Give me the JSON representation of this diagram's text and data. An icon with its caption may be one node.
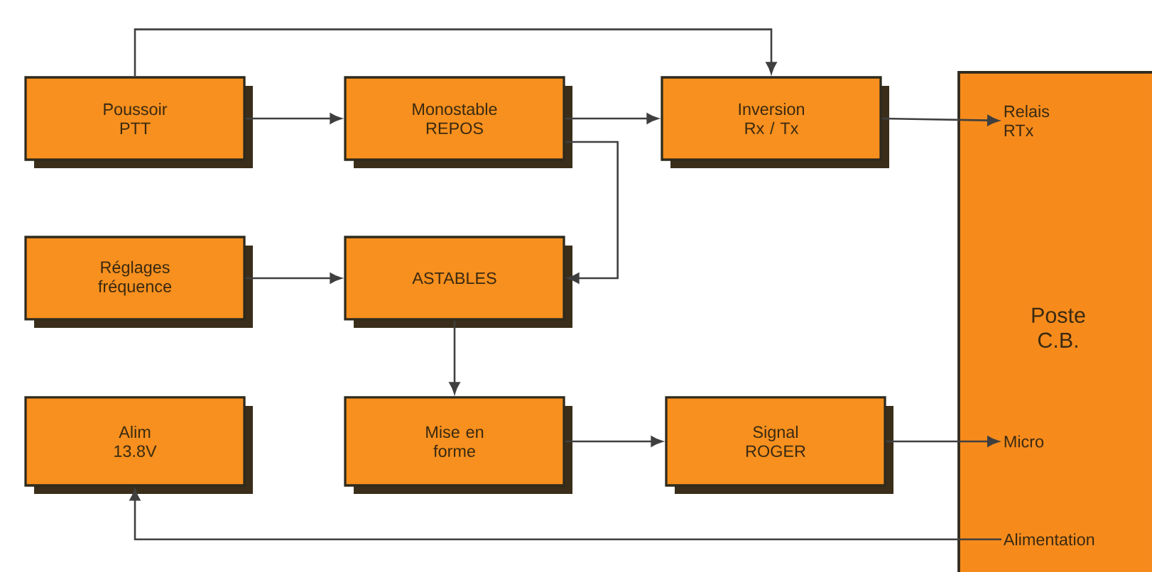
{
  "diagram": {
    "nodes": [
      {
        "text": [
          "Poussoir PTT"
        ]
      },
      {
        "text": [
          "Monostable REPOS"
        ]
      },
      {
        "text": [
          "Inversion Rx / Tx"
        ]
      },
      {
        "text": [
          "Poste C.B."
        ]
      },
      {
        "text": [
          "Relais RTx"
        ],
        "in": 3
      },
      {
        "text": [
          "Réglages fréquence"
        ]
      },
      {
        "text": [
          "ASTABLES"
        ]
      },
      {
        "text": [
          "Alim 13.8V"
        ]
      },
      {
        "text": [
          "Mise en forme"
        ]
      },
      {
        "text": [
          "Signal ROGER"
        ]
      },
      {
        "text": [
          "Micro"
        ],
        "in": 3
      },
      {
        "text": [
          "Alimentation"
        ],
        "in": 3
      }
    ],
    "edges": [
      {
        "from": 0,
        "to": 2,
        "arrow": "to"
      },
      {
        "from": 0,
        "to": 1,
        "arrow": "to"
      },
      {
        "from": 1,
        "to": 2,
        "arrow": "to"
      },
      {
        "from": 1,
        "to": 6,
        "arrow": "to"
      },
      {
        "from": 2,
        "to": 4,
        "arrow": "to"
      },
      {
        "from": 5,
        "to": 6,
        "arrow": "to"
      },
      {
        "from": 6,
        "to": 8,
        "arrow": "to"
      },
      {
        "from": 8,
        "to": 9,
        "arrow": "to"
      },
      {
        "from": 9,
        "to": 10,
        "arrow": "to"
      },
      {
        "from": 11,
        "to": 7,
        "arrow": "to"
      }
    ]
  }
}
